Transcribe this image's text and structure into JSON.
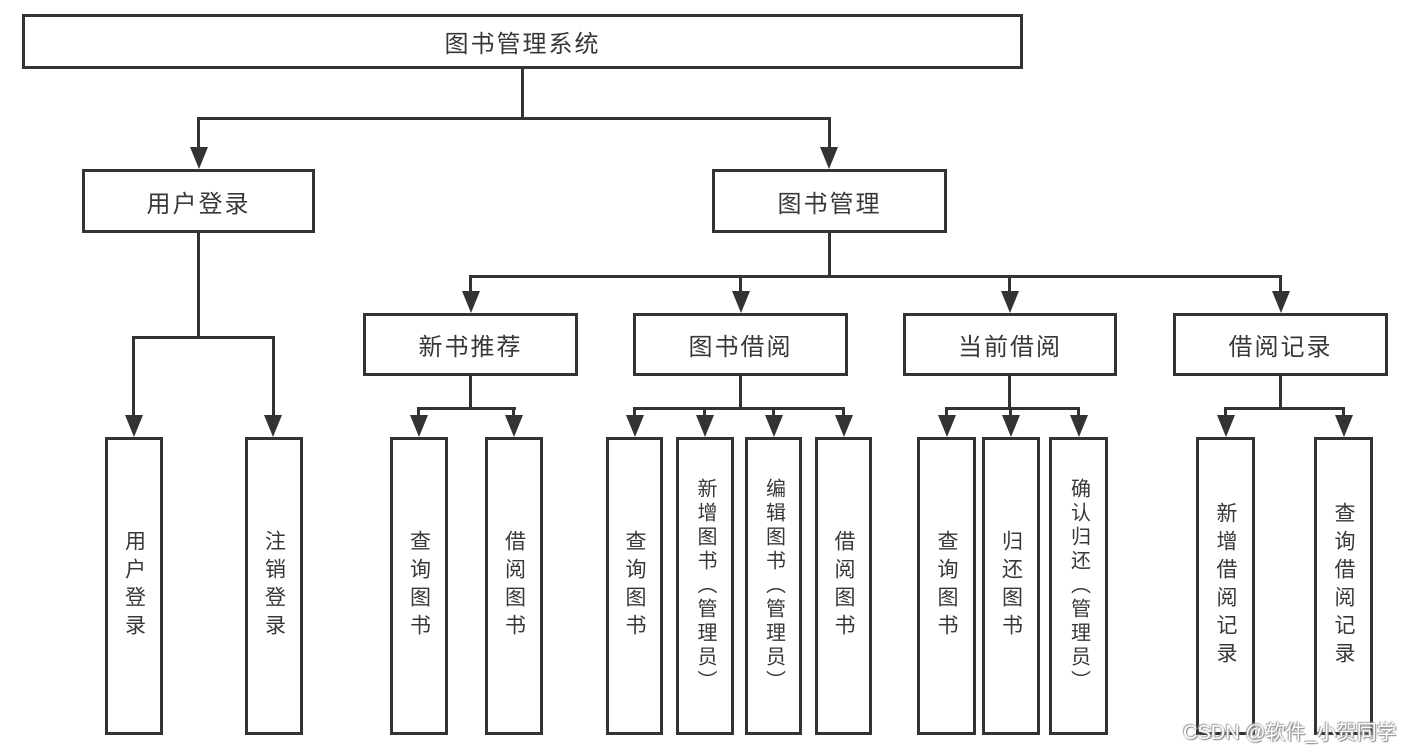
{
  "diagram": {
    "root": {
      "label": "图书管理系统"
    },
    "branches": [
      {
        "label": "用户登录",
        "children": [
          {
            "label": "用户登录"
          },
          {
            "label": "注销登录"
          }
        ]
      },
      {
        "label": "图书管理",
        "groups": [
          {
            "label": "新书推荐",
            "children": [
              {
                "label": "查询图书"
              },
              {
                "label": "借阅图书"
              }
            ]
          },
          {
            "label": "图书借阅",
            "children": [
              {
                "label": "查询图书"
              },
              {
                "label": "新增图书（管理员）"
              },
              {
                "label": "编辑图书（管理员）"
              },
              {
                "label": "借阅图书"
              }
            ]
          },
          {
            "label": "当前借阅",
            "children": [
              {
                "label": "查询图书"
              },
              {
                "label": "归还图书"
              },
              {
                "label": "确认归还（管理员）"
              }
            ]
          },
          {
            "label": "借阅记录",
            "children": [
              {
                "label": "新增借阅记录"
              },
              {
                "label": "查询借阅记录"
              }
            ]
          }
        ]
      }
    ],
    "colors": {
      "line": "#333333",
      "text": "#383838",
      "background": "#ffffff"
    }
  },
  "watermark": {
    "text": "CSDN @软件_小贺同学"
  }
}
